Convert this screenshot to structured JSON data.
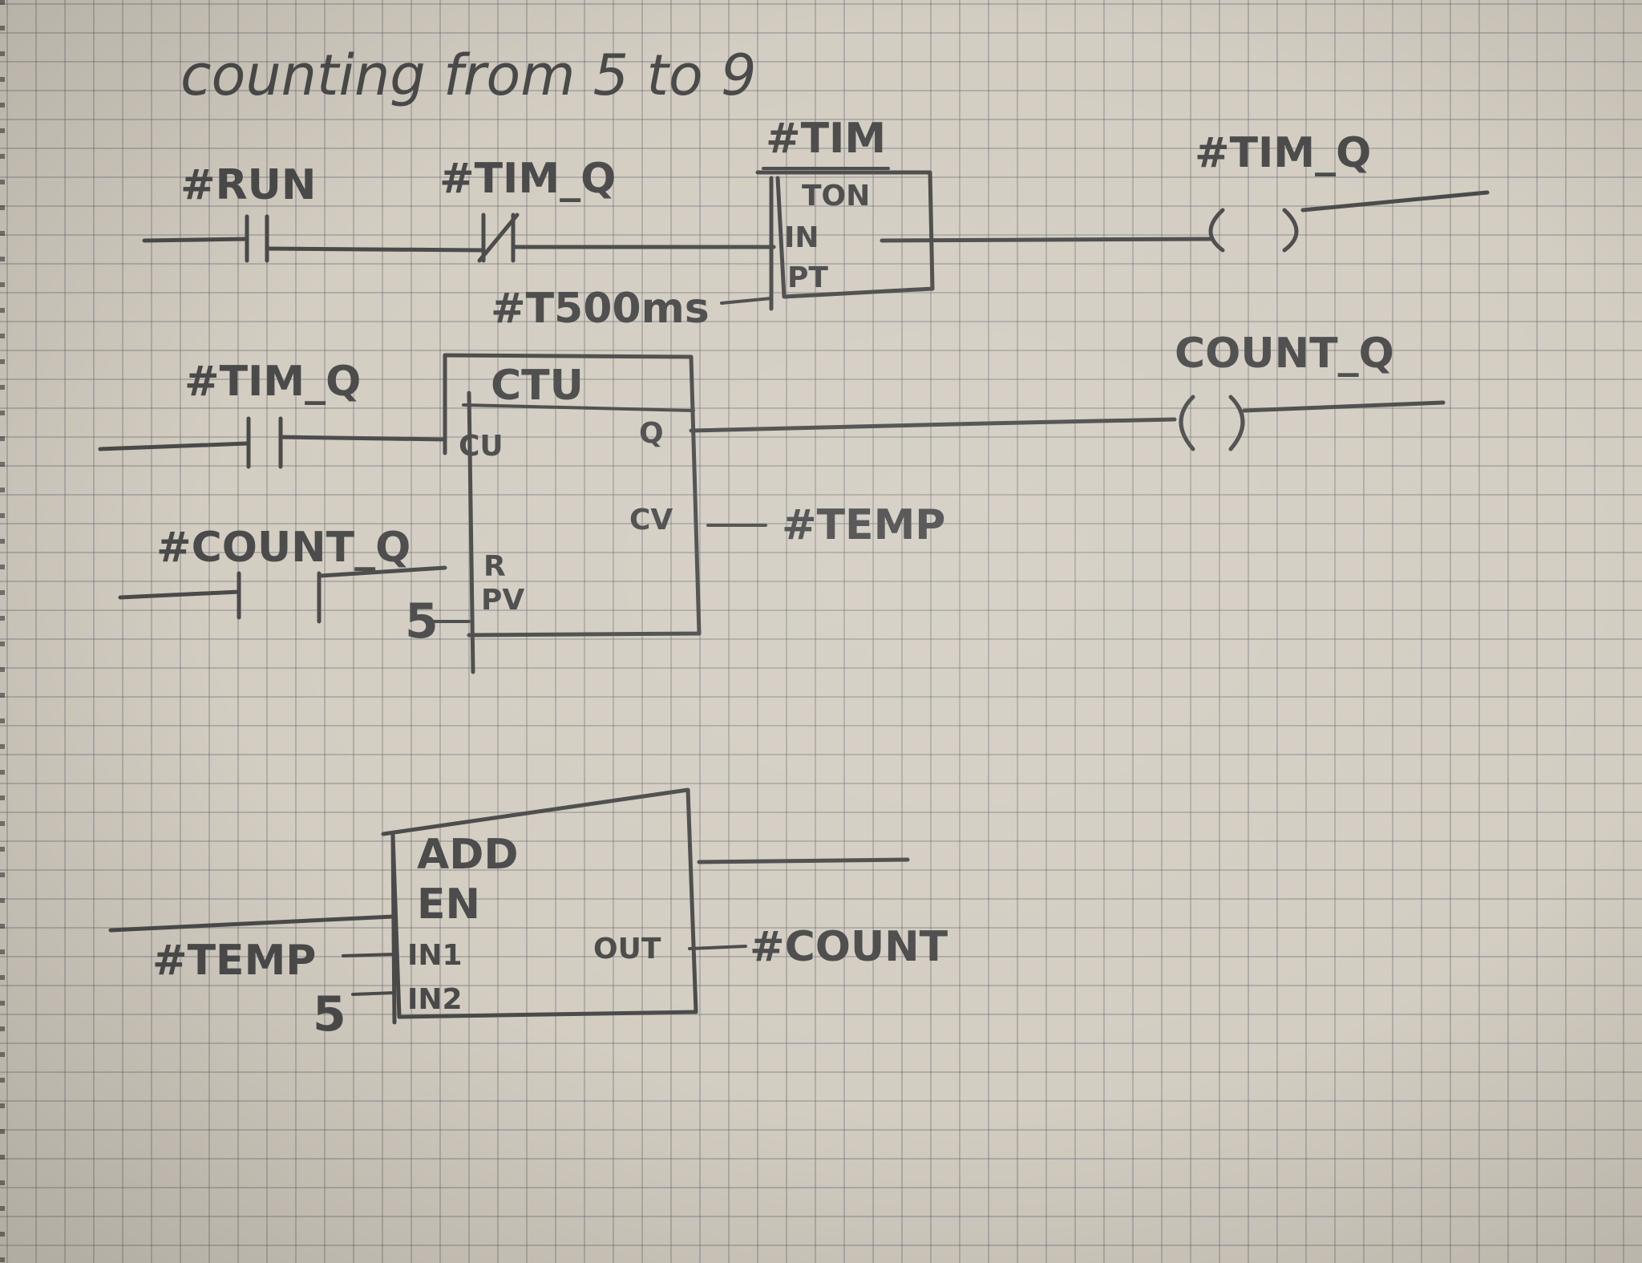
{
  "title": "counting from 5 to 9",
  "rung1": {
    "contact1": "#RUN",
    "contact2": "#TIM_Q",
    "timer_instance": "#TIM",
    "timer_type": "TON",
    "pin_in": "IN",
    "pin_pt": "PT",
    "pt_value": "#T500ms",
    "coil": "#TIM_Q"
  },
  "rung2": {
    "contact1": "#TIM_Q",
    "contact2": "#COUNT_Q",
    "counter_type": "CTU",
    "pin_cu": "CU",
    "pin_r": "R",
    "pin_pv": "PV",
    "pin_q": "Q",
    "pin_cv": "CV",
    "pv_value": "5",
    "cv_output": "#TEMP",
    "coil": "COUNT_Q"
  },
  "rung3": {
    "block_type": "ADD",
    "pin_en": "EN",
    "pin_in1": "IN1",
    "pin_in2": "IN2",
    "pin_out": "OUT",
    "in1_value": "#TEMP",
    "in2_value": "5",
    "out_value": "#COUNT"
  }
}
